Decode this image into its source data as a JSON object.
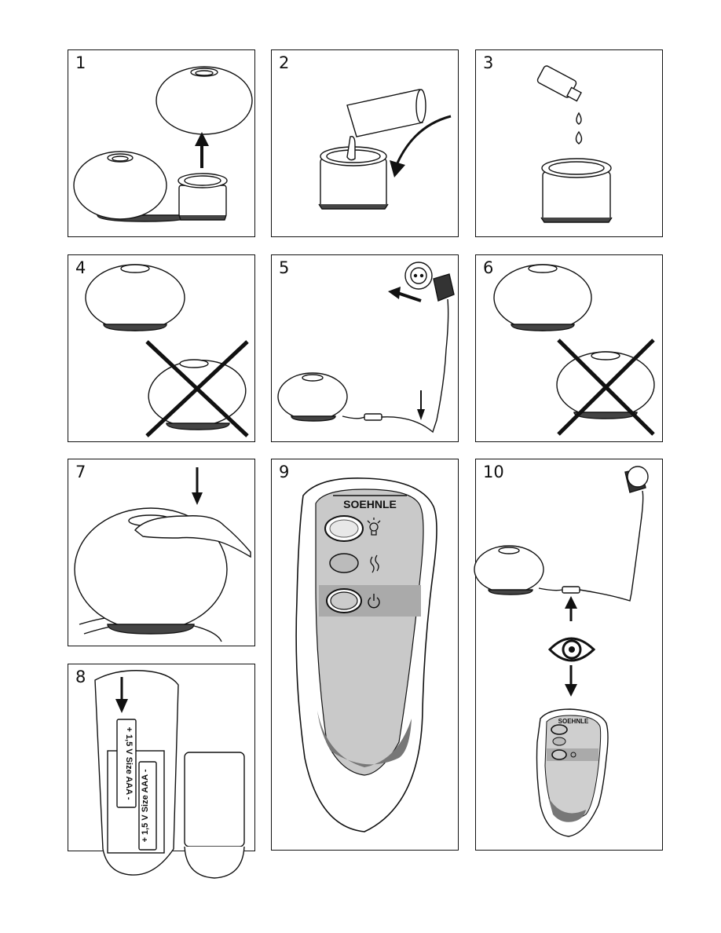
{
  "panels": [
    {
      "number": "1"
    },
    {
      "number": "2"
    },
    {
      "number": "3"
    },
    {
      "number": "4"
    },
    {
      "number": "5"
    },
    {
      "number": "6"
    },
    {
      "number": "7"
    },
    {
      "number": "8"
    },
    {
      "number": "9"
    },
    {
      "number": "10"
    }
  ],
  "remote": {
    "brand": "SOEHNLE"
  },
  "battery": {
    "label_1": "+ 1,5 V Size AAA -",
    "label_2": "+ 1,5 V Size AAA -"
  },
  "icons": [
    "light-icon",
    "mist-icon",
    "power-icon",
    "eye-icon",
    "arrow-icon",
    "cross-icon",
    "socket-icon",
    "plug-adapter-icon"
  ]
}
